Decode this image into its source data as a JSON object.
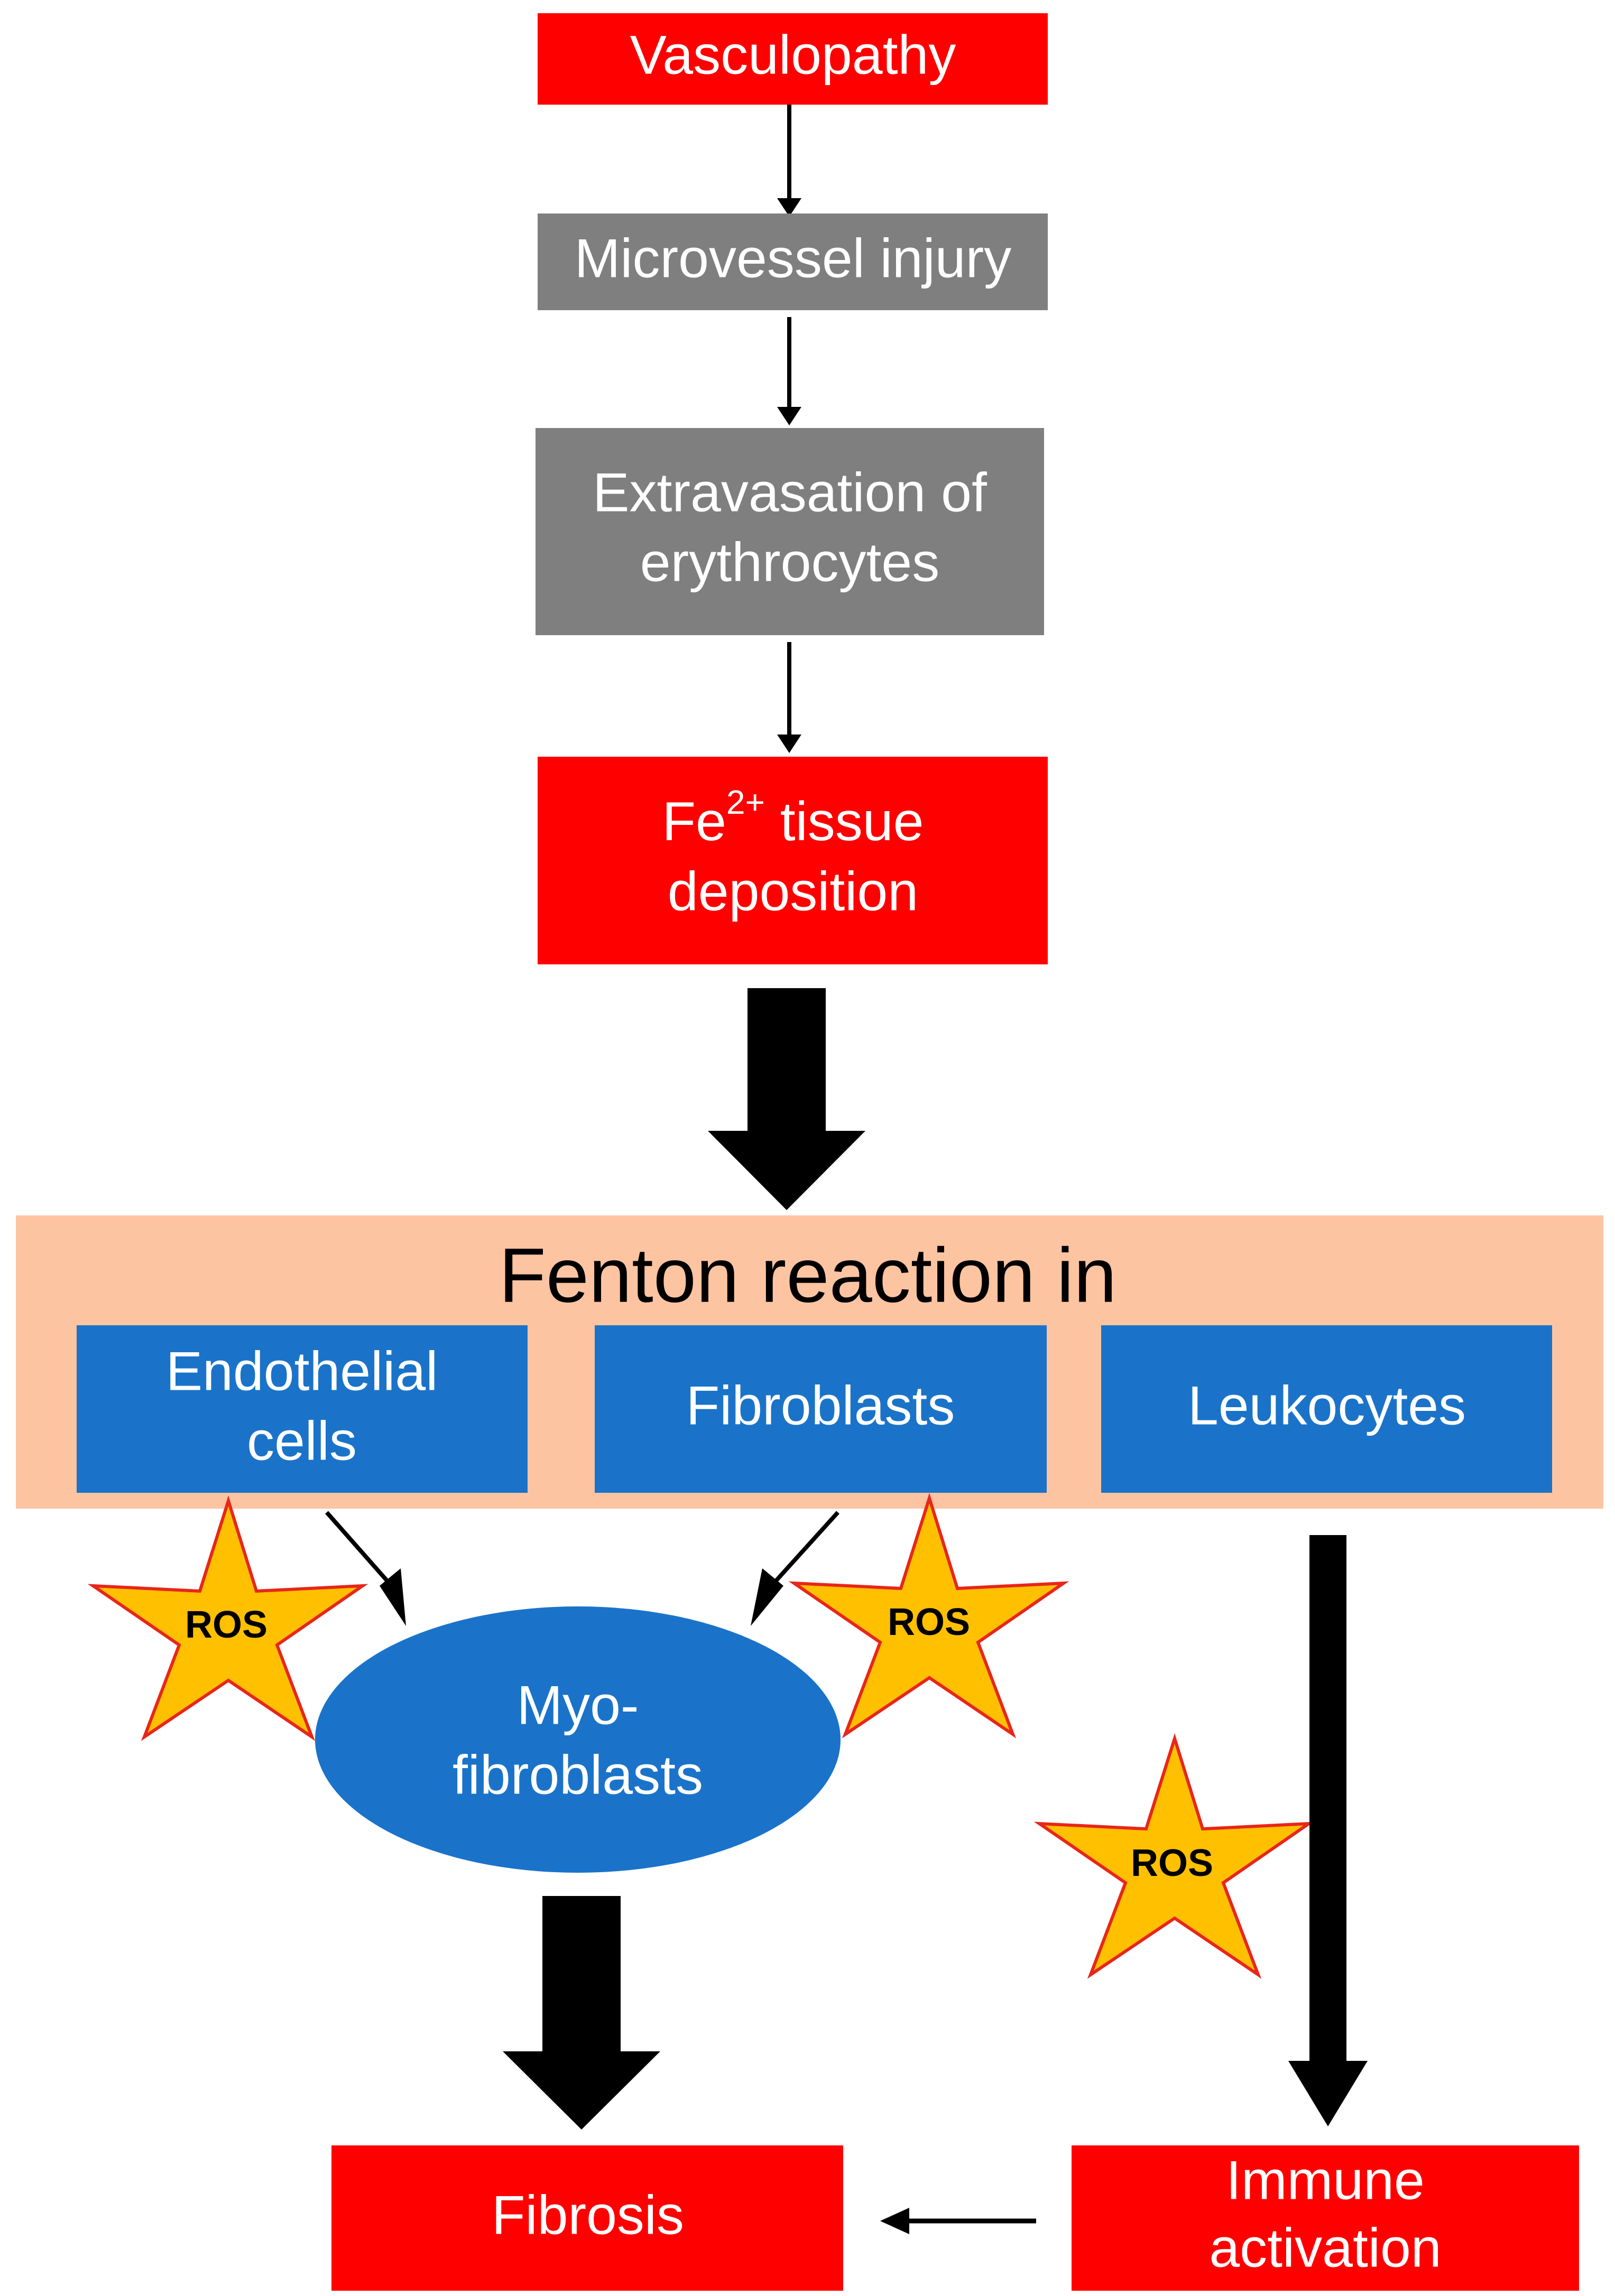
{
  "colors": {
    "red_box": "#ff0000",
    "gray_box": "#7f7f7f",
    "blue_box": "#1a73c9",
    "band": "#fdc4a2",
    "star_fill": "#ffc000",
    "star_stroke": "#e8261a",
    "arrow": "#000000",
    "text_light": "#ffffff",
    "text_dark": "#000000"
  },
  "nodes": {
    "vasculopathy": "Vasculopathy",
    "microvessel_injury": "Microvessel injury",
    "extravasation_line1": "Extravasation of",
    "extravasation_line2": "erythrocytes",
    "fe_base": "Fe",
    "fe_sup": "2+",
    "fe_line1_rest": " tissue",
    "fe_line2": "deposition",
    "band_title": "Fenton reaction in",
    "endothelial_line1": "Endothelial",
    "endothelial_line2": "cells",
    "fibroblasts": "Fibroblasts",
    "leukocytes": "Leukocytes",
    "myo_line1": "Myo-",
    "myo_line2": "fibroblasts",
    "fibrosis": "Fibrosis",
    "immune_line1": "Immune",
    "immune_line2": "activation"
  },
  "ros_label": "ROS"
}
